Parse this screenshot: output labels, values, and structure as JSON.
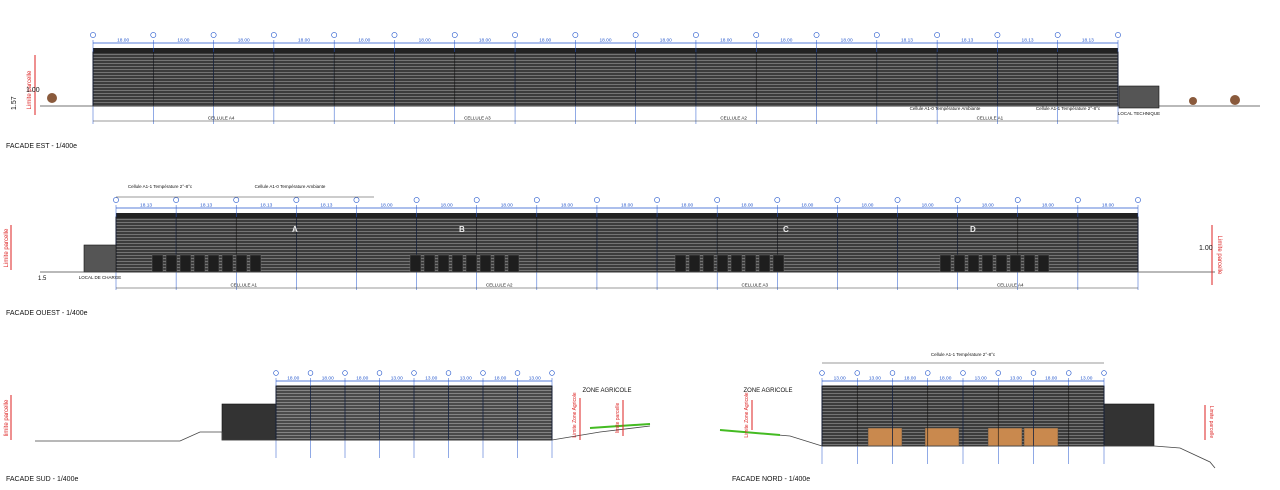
{
  "colors": {
    "dim_blue": "#2255cc",
    "limit_red": "#dd2222",
    "ground_green": "#44bb22",
    "wall_dark": "#333333",
    "panel_orange": "#c9894e"
  },
  "est": {
    "title": "FACADE EST - 1/400e",
    "grid_dims": [
      "18.00",
      "18.00",
      "18.00",
      "18.00",
      "18.00",
      "18.00",
      "18.00",
      "18.00",
      "18.00",
      "18.00",
      "18.00",
      "18.00",
      "18.00",
      "18.13",
      "18.13",
      "18.13",
      "18.13"
    ],
    "cells": [
      "CELLULE A4",
      "CELLULE A3",
      "CELLULE A2",
      "CELLULE A1"
    ],
    "limit_label": "Limite parcelle",
    "height_left": "1.00",
    "height_side": "1.57",
    "zone_a10": "Cellule A1-0\nTempérature Ambiante",
    "zone_a11": "Cellule A1-1\nTempérature 2°-8°c",
    "local_tech": "LOCAL\nTECHNIQUE"
  },
  "ouest": {
    "title": "FACADE OUEST - 1/400e",
    "grid_dims": [
      "18.13",
      "18.13",
      "18.13",
      "18.13",
      "18.00",
      "18.00",
      "18.00",
      "18.00",
      "18.00",
      "18.00",
      "18.00",
      "18.00",
      "18.00",
      "18.00",
      "18.00",
      "18.00",
      "18.00"
    ],
    "cells": [
      "CELLULE A1",
      "CELLULE A2",
      "CELLULE A3",
      "CELLULE A4"
    ],
    "zone_a11": "Cellule A1-1\nTempérature 2°-8°c",
    "zone_a10": "Cellule A1-0\nTempérature Ambiante",
    "letters": [
      "A",
      "B",
      "C",
      "D"
    ],
    "limit_label": "Limite parcelle",
    "height_right": "1.00",
    "height_left": "1.5",
    "local_charge": "LOCAL DE\nCHARGE"
  },
  "sud": {
    "title": "FACADE SUD - 1/400e",
    "grid_dims": [
      "18.00",
      "18.00",
      "18.00",
      "13.00",
      "13.00",
      "13.00",
      "18.00",
      "13.00"
    ],
    "zone_agricole": "ZONE\nAGRICOLE",
    "limit_label": "limite parcelle",
    "limit_zone": "Limite Zone Agricole"
  },
  "nord": {
    "title": "FACADE NORD - 1/400e",
    "grid_dims": [
      "13.00",
      "13.00",
      "18.00",
      "18.00",
      "13.00",
      "13.00",
      "18.00",
      "13.00"
    ],
    "zone_a11": "Cellule A1-1\nTempérature 2°-8°c",
    "zone_agricole": "ZONE\nAGRICOLE",
    "limit_label": "Limite parcelle",
    "limit_zone": "Limite Zone Agricole"
  }
}
